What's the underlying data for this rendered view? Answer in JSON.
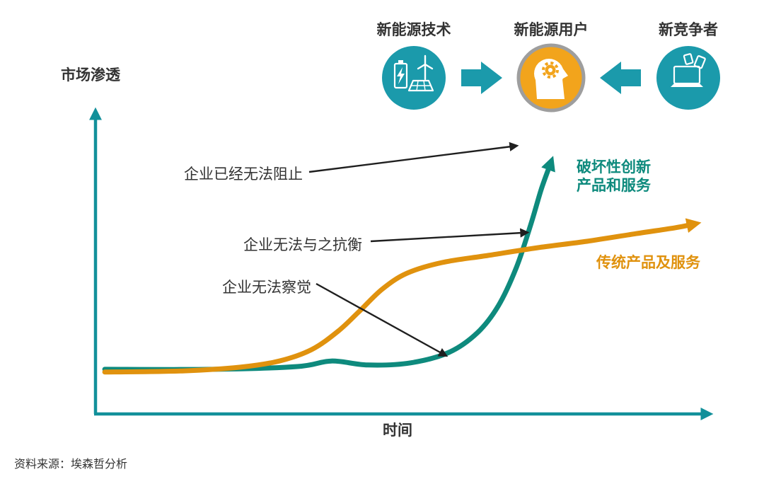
{
  "colors": {
    "teal_curve": "#0e8a7d",
    "teal_axis": "#12909a",
    "teal_icon": "#1b9aab",
    "orange_curve": "#e0920e",
    "orange_fill": "#f2a41c",
    "ring_gray": "#9e9e9e",
    "text_dark": "#333333",
    "arrow_black": "#1f1f1f"
  },
  "axes": {
    "y_label": "市场渗透",
    "x_label": "时间"
  },
  "source": "资料来源：埃森哲分析",
  "top_flow": {
    "items": [
      {
        "label": "新能源技术",
        "icon": "battery-wind-solar"
      },
      {
        "label": "新能源用户",
        "icon": "head-with-gear"
      },
      {
        "label": "新竞争者",
        "icon": "laptop-devices"
      }
    ]
  },
  "annotations": [
    {
      "text": "企业已经无法阻止"
    },
    {
      "text": "企业无法与之抗衡"
    },
    {
      "text": "企业无法察觉"
    }
  ],
  "curve_labels": {
    "disruptive": "破坏性创新\n产品和服务",
    "traditional": "传统产品及服务"
  },
  "chart_data": {
    "type": "line",
    "title": "",
    "xlabel": "时间",
    "ylabel": "市场渗透",
    "x_range": [
      0,
      100
    ],
    "y_range": [
      0,
      100
    ],
    "grid": false,
    "legend": "inline-labels",
    "notes": "conceptual S-curves, axes unlabeled numerically; values are percent of plot area",
    "series": [
      {
        "name": "破坏性创新产品和服务",
        "color_key": "teal_curve",
        "points": [
          [
            1.5,
            14.5
          ],
          [
            18.9,
            14.5
          ],
          [
            32.6,
            15.4
          ],
          [
            38.1,
            17.2
          ],
          [
            44.0,
            15.9
          ],
          [
            50.9,
            16.6
          ],
          [
            57.1,
            20.0
          ],
          [
            61.7,
            26.4
          ],
          [
            65.1,
            35.2
          ],
          [
            68.0,
            47.6
          ],
          [
            70.3,
            61.4
          ],
          [
            72.0,
            72.9
          ],
          [
            73.3,
            80.2
          ]
        ]
      },
      {
        "name": "传统产品及服务",
        "color_key": "orange_curve",
        "points": [
          [
            1.5,
            13.6
          ],
          [
            14.3,
            14.0
          ],
          [
            23.4,
            15.2
          ],
          [
            29.7,
            17.2
          ],
          [
            34.9,
            20.9
          ],
          [
            39.2,
            26.9
          ],
          [
            42.6,
            33.3
          ],
          [
            46.3,
            40.5
          ],
          [
            50.3,
            45.7
          ],
          [
            56.0,
            49.2
          ],
          [
            63.4,
            51.5
          ],
          [
            71.4,
            54.0
          ],
          [
            79.4,
            56.1
          ],
          [
            87.4,
            58.6
          ],
          [
            93.7,
            60.5
          ],
          [
            96.0,
            61.4
          ]
        ]
      }
    ]
  }
}
